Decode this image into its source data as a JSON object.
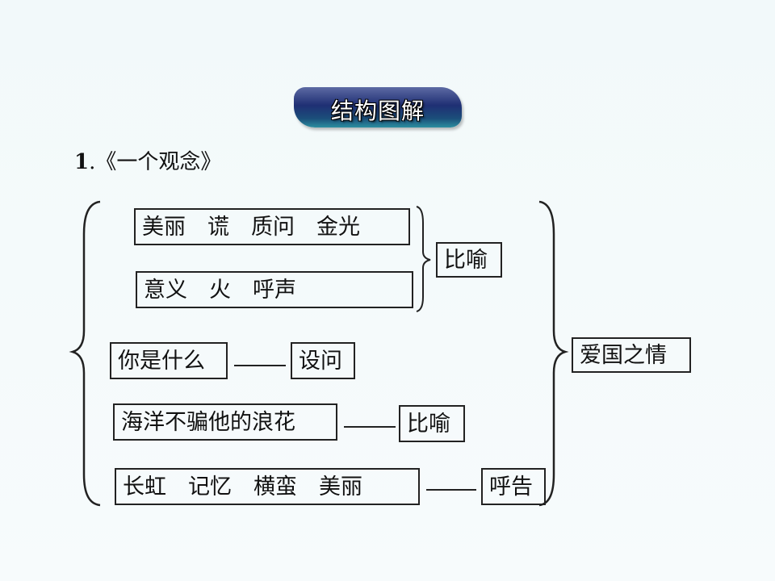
{
  "header": {
    "banner": "结构图解"
  },
  "section": {
    "number": "1",
    "title": ".《一个观念》"
  },
  "group_top": {
    "row1": "美丽　谎　质问　金光",
    "row2": "意义　火　呼声",
    "label": "比喻"
  },
  "rows": [
    {
      "text": "你是什么",
      "label": "设问"
    },
    {
      "text": "海洋不骗他的浪花",
      "label": "比喻"
    },
    {
      "text": "长虹　记忆　横蛮　美丽",
      "label": "呼告"
    }
  ],
  "conclusion": "爱国之情"
}
